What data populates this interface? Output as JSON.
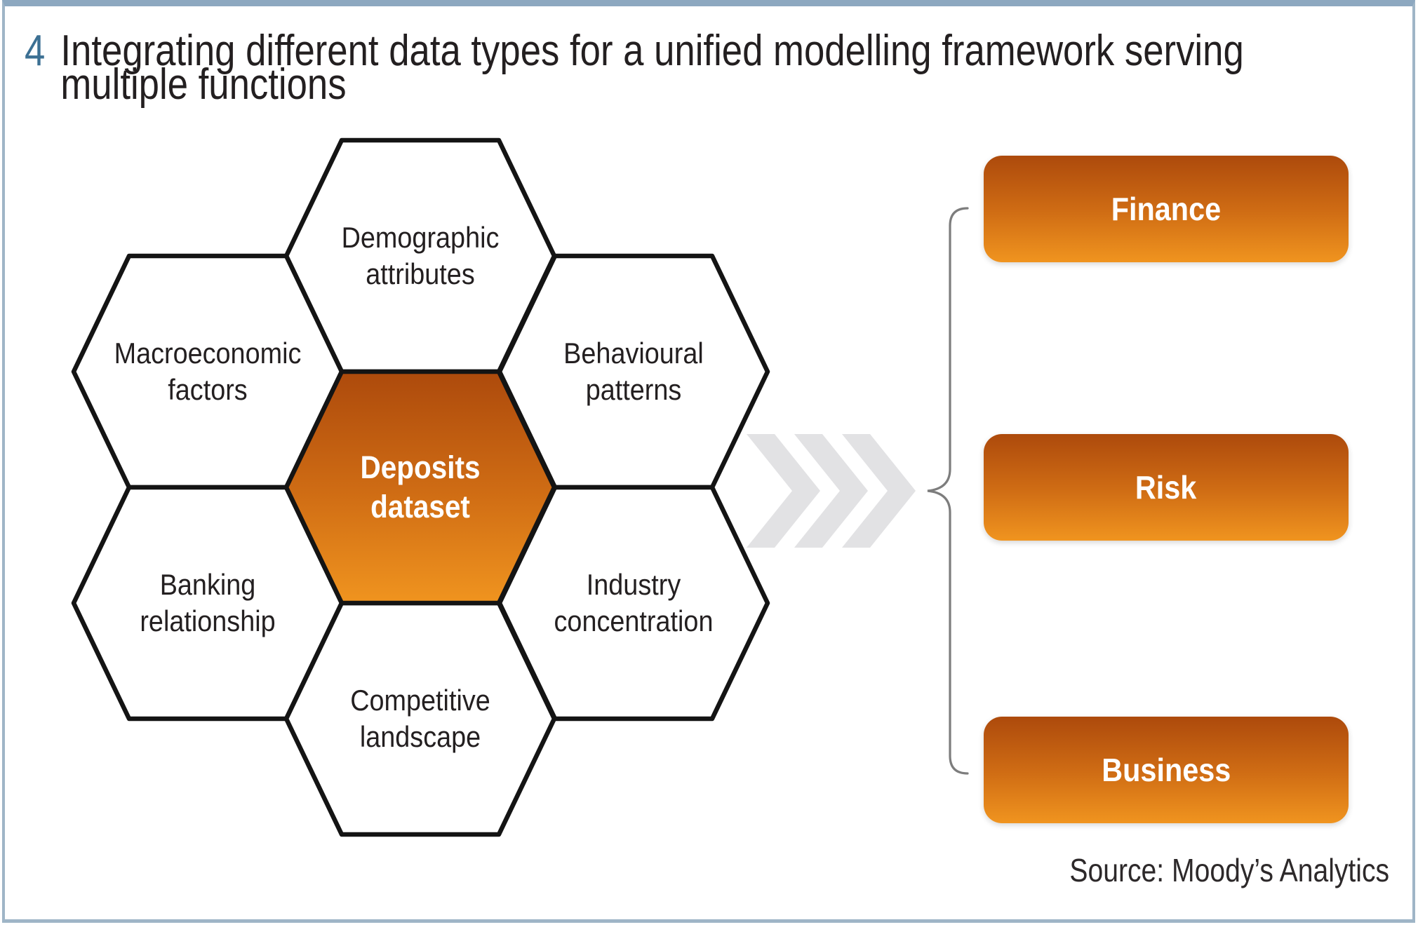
{
  "figure": {
    "number": "4",
    "title": "Integrating different data types for a unified modelling framework serving\nmultiple functions",
    "source": "Source: Moody’s Analytics"
  },
  "hexagons": {
    "center": {
      "id": "deposits-dataset",
      "label": "Deposits\ndataset"
    },
    "satellites": [
      {
        "id": "demographic-attributes",
        "label": "Demographic\nattributes"
      },
      {
        "id": "macroeconomic-factors",
        "label": "Macroeconomic\nfactors"
      },
      {
        "id": "behavioural-patterns",
        "label": "Behavioural\npatterns"
      },
      {
        "id": "banking-relationship",
        "label": "Banking\nrelationship"
      },
      {
        "id": "industry-concentration",
        "label": "Industry\nconcentration"
      },
      {
        "id": "competitive-landscape",
        "label": "Competitive\nlandscape"
      }
    ]
  },
  "outputs": [
    {
      "label": "Finance"
    },
    {
      "label": "Risk"
    },
    {
      "label": "Business"
    }
  ],
  "icons": {
    "flow": "triple-chevron-right-icon",
    "grouping": "curly-brace-icon"
  },
  "colors": {
    "accent_gradient_top": "#ad4a0c",
    "accent_gradient_mid": "#cf6c14",
    "accent_gradient_bottom": "#f0941f",
    "hexagon_stroke": "#141414",
    "chevron_gray": "#e2e2e4",
    "brace_gray": "#7d7d7d",
    "frame_blue": "#92abc2",
    "figure_number_blue": "#3c7093",
    "text_dark": "#231f20"
  }
}
